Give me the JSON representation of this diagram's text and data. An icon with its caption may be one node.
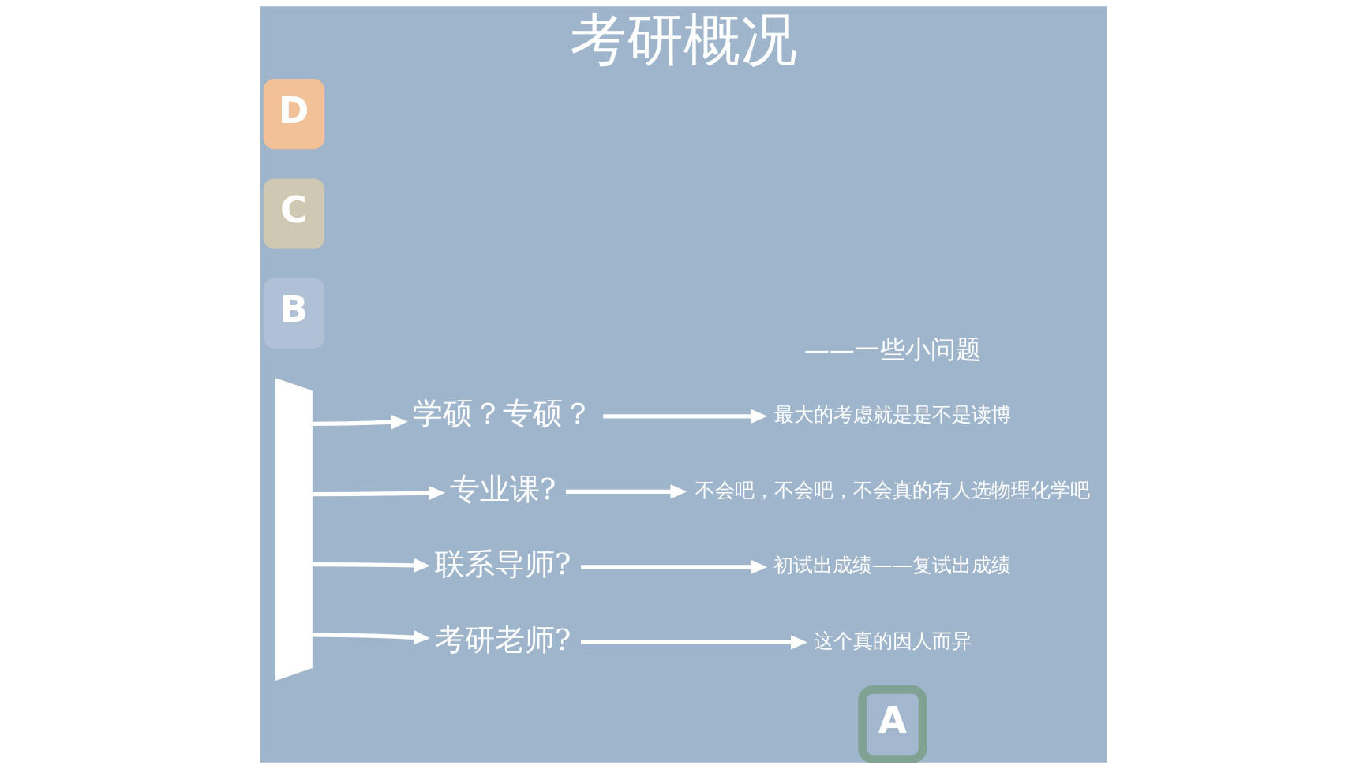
{
  "diagram": {
    "title": "考研概况",
    "nodes": [
      {
        "text": [
          "D"
        ]
      },
      {
        "text": [
          "C"
        ]
      },
      {
        "text": [
          "B"
        ]
      },
      {
        "text": [],
        "shape": "bar"
      },
      {
        "text": [
          "学硕？专硕？"
        ]
      },
      {
        "text": [
          "最大的考虑就是是不是读博"
        ]
      },
      {
        "text": [
          "专业课?"
        ]
      },
      {
        "text": [
          "不会吧，不会吧，不会真的有人选物理化学吧"
        ]
      },
      {
        "text": [
          "联系导师?"
        ]
      },
      {
        "text": [
          "初试出成绩——复试出成绩"
        ]
      },
      {
        "text": [
          "考研老师?"
        ]
      },
      {
        "text": [
          "这个真的因人而异"
        ]
      },
      {
        "text": [
          "A"
        ]
      }
    ],
    "edges": [
      {
        "from": 3,
        "to": 4,
        "arrow": "to"
      },
      {
        "from": 4,
        "to": 5,
        "arrow": "to"
      },
      {
        "from": 3,
        "to": 6,
        "arrow": "to"
      },
      {
        "from": 6,
        "to": 7,
        "arrow": "to"
      },
      {
        "from": 3,
        "to": 8,
        "arrow": "to"
      },
      {
        "from": 8,
        "to": 9,
        "arrow": "to"
      },
      {
        "from": 3,
        "to": 10,
        "arrow": "to"
      },
      {
        "from": 10,
        "to": 11,
        "arrow": "to"
      }
    ],
    "labels": [
      "——一些小问题"
    ]
  }
}
